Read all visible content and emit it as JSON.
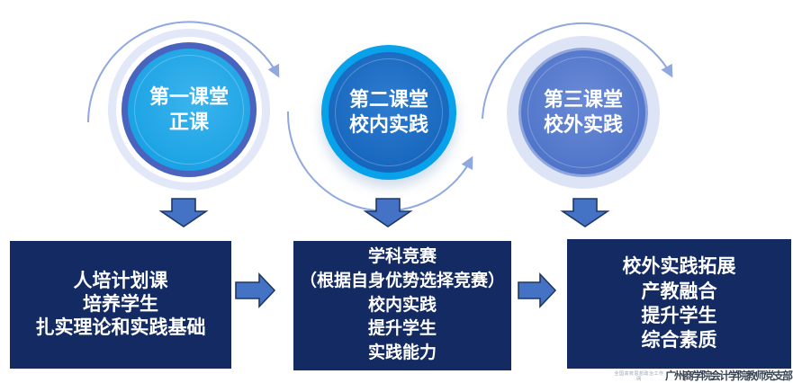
{
  "colors": {
    "c1_fill": "#18A1E4",
    "c1_fill_center": "#3CB4EC",
    "c1_ring": "#4A63BE",
    "c1_halo": "#E2E8F7",
    "c2_fill": "#1565BD",
    "c2_fill_center": "#2E7CCF",
    "c2_ring": "#07A2E9",
    "c3_fill": "#4E73C8",
    "c3_fill_center": "#6A8AD6",
    "c3_halo": "#DDE4F5",
    "box_bg": "#132A62",
    "box_text": "#FFFFFF",
    "arrow_fill": "#4472C4",
    "arrow_stroke": "#1F3864",
    "arc_stroke": "#8FA8DF",
    "watermark_text_color": "#3A4554",
    "watermark_logo_color": "#97A0B5"
  },
  "stages": [
    {
      "circle_line1": "第一课堂",
      "circle_line2": "正课",
      "box_lines": [
        "人培计划课",
        "培养学生",
        "扎实理论和实践基础"
      ]
    },
    {
      "circle_line1": "第二课堂",
      "circle_line2": "校内实践",
      "box_lines": [
        "学科竞赛",
        "（根据自身优势选择竞赛）",
        "校内实践",
        "提升学生",
        "实践能力"
      ]
    },
    {
      "circle_line1": "第三课堂",
      "circle_line2": "校外实践",
      "box_lines": [
        "校外实践拓展",
        "产教融合",
        "提升学生",
        "综合素质"
      ]
    }
  ],
  "watermark": {
    "logo_text": "全国高校思想政治工作网",
    "text": "广州商学院会计学院教师党支部"
  }
}
